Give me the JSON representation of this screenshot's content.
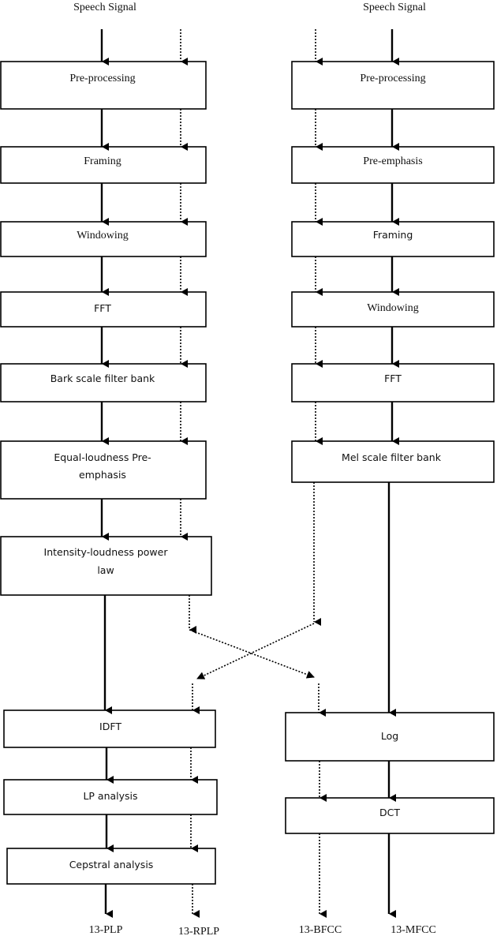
{
  "left_chain": {
    "input": "Speech Signal",
    "steps": [
      "Pre-processing",
      "Framing",
      "Windowing",
      "FFT",
      "Bark scale filter bank",
      "Equal-loudness Pre-",
      "emphasis",
      "Intensity-loudness power",
      "law",
      "IDFT",
      "LP analysis",
      "Cepstral analysis"
    ]
  },
  "right_chain": {
    "input": "Speech Signal",
    "steps": [
      "Pre-processing",
      "Pre-emphasis",
      "Framing",
      "Windowing",
      "FFT",
      "Mel scale filter bank",
      "Log",
      "DCT"
    ]
  },
  "outputs": [
    "13-PLP",
    "13-RPLP",
    "13-BFCC",
    "13-MFCC"
  ]
}
